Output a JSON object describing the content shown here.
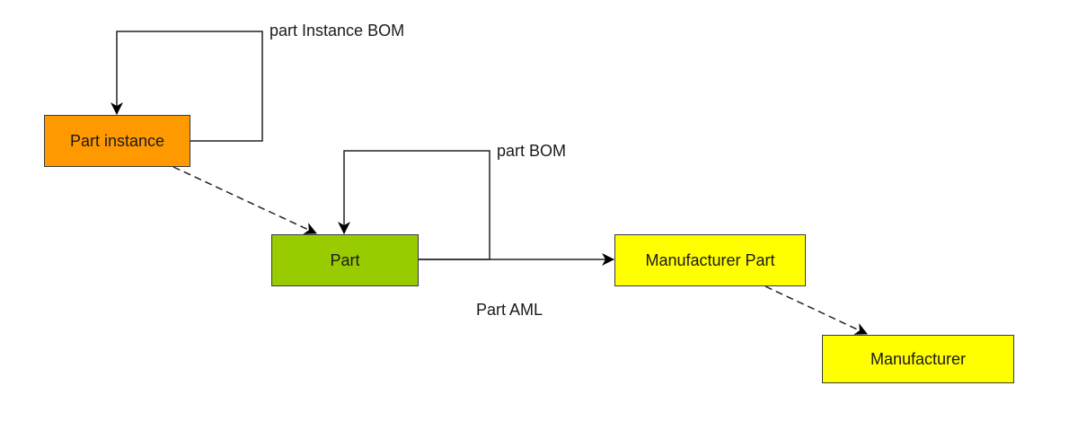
{
  "nodes": {
    "part_instance": {
      "label": "Part instance",
      "color": "#ff9900"
    },
    "part": {
      "label": "Part",
      "color": "#99cc00"
    },
    "manufacturer_part": {
      "label": "Manufacturer Part",
      "color": "#ffff00"
    },
    "manufacturer": {
      "label": "Manufacturer",
      "color": "#ffff00"
    }
  },
  "edges": {
    "part_instance_bom": {
      "label": "part Instance BOM",
      "from": "Part instance",
      "to": "Part instance",
      "style": "solid"
    },
    "part_bom": {
      "label": "part BOM",
      "from": "Part",
      "to": "Part",
      "style": "solid"
    },
    "part_aml": {
      "label": "Part AML",
      "from": "Part",
      "to": "Manufacturer Part",
      "style": "solid"
    },
    "instance_to_part": {
      "label": "",
      "from": "Part instance",
      "to": "Part",
      "style": "dashed"
    },
    "mfrpart_to_mfr": {
      "label": "",
      "from": "Manufacturer Part",
      "to": "Manufacturer",
      "style": "dashed"
    }
  }
}
